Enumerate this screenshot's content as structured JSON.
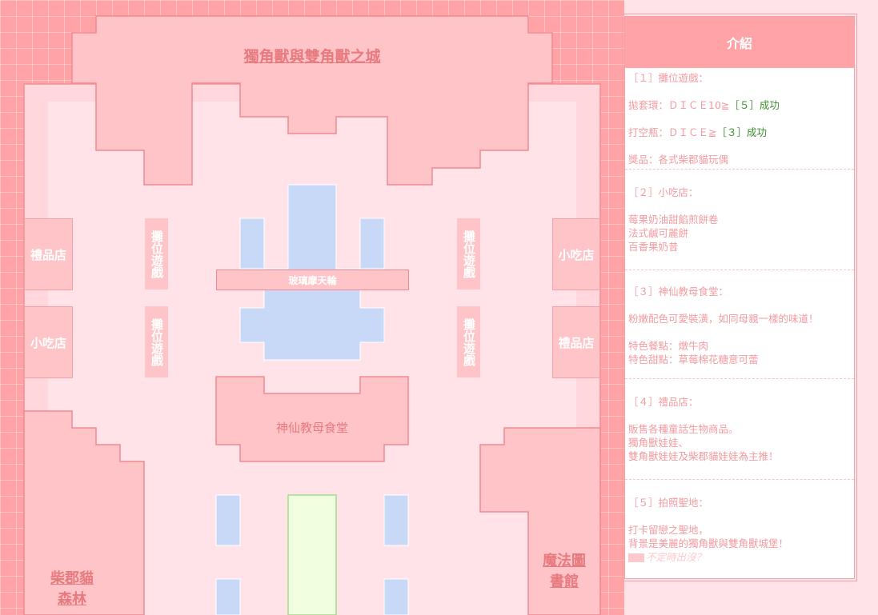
{
  "map": {
    "castle_title": "獨角獸與雙角獸之城",
    "ferris_wheel": "玻璃摩天輪",
    "restaurant": "神仙教母食堂",
    "gift_shop_left": "禮品店",
    "snack_left": "小吃店",
    "snack_right": "小吃店",
    "gift_shop_right": "禮品店",
    "booth_tl": "攤位遊戲",
    "booth_bl": "攤位遊戲",
    "booth_tr": "攤位遊戲",
    "booth_br": "攤位遊戲",
    "forest": "柴郡貓森林",
    "library": "魔法圖書館"
  },
  "panel": {
    "title": "介紹",
    "sections": [
      {
        "heading": "［１］攤位遊戲：",
        "ring_prefix": "拋套環：ＤＩＣＥ10≧",
        "ring_value": "［５］成功",
        "bottle_prefix": "打空瓶：ＤＩＣＥ≧",
        "bottle_value": "［３］成功",
        "prize": "獎品：各式柴郡貓玩偶"
      },
      {
        "heading": "［２］小吃店：",
        "line1": "莓果奶油甜餡煎餅卷",
        "line2": "法式鹹可麗餅",
        "line3": "百香果奶昔"
      },
      {
        "heading": "［３］神仙教母食堂：",
        "desc": "粉嫩配色可愛裝潢，如同母親一樣的味道！",
        "meal": "特色餐點：燉牛肉",
        "dessert": "特色甜點：草莓棉花糖意可蕾"
      },
      {
        "heading": "［４］禮品店：",
        "line1": "販售各種童話生物商品。",
        "line2": "獨角獸娃娃、",
        "line3": "雙角獸娃娃及柴郡貓娃娃為主推！"
      },
      {
        "heading": "［５］拍照聖地：",
        "line1": "打卡留戀之聖地，",
        "line2": "背景是美麗的獨角獸與雙角獸城堡！",
        "ghost": "不定時出沒？"
      }
    ]
  },
  "colors": {
    "ground": "#ffa3a7",
    "plaza": "#ffe0e5",
    "building": "#ffc4c7",
    "water": "#c7d9f7",
    "path": "#efffe0"
  }
}
